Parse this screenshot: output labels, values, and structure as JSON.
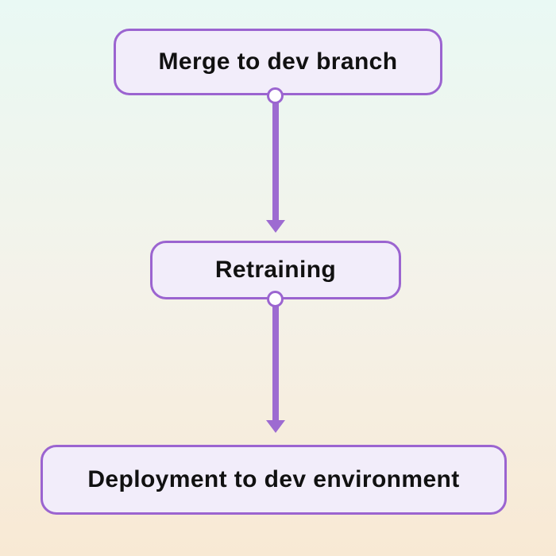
{
  "diagram": {
    "type": "flowchart",
    "direction": "top-down",
    "nodes": [
      {
        "id": "merge",
        "label": "Merge to dev branch"
      },
      {
        "id": "retraining",
        "label": "Retraining"
      },
      {
        "id": "deploy",
        "label": "Deployment to dev environment"
      }
    ],
    "edges": [
      {
        "from": "merge",
        "to": "retraining",
        "style": "arrow-down"
      },
      {
        "from": "retraining",
        "to": "deploy",
        "style": "arrow-down"
      }
    ],
    "colors": {
      "bg_top": "#e9f9f4",
      "bg_mid": "#f4f2e9",
      "bg_bottom": "#f8e9d4",
      "node_fill": "#f2edfa",
      "node_border": "#9b64d0",
      "arrow_color": "#9d6bd1",
      "connector_fill": "#fffdff",
      "text_color": "#111111"
    }
  }
}
